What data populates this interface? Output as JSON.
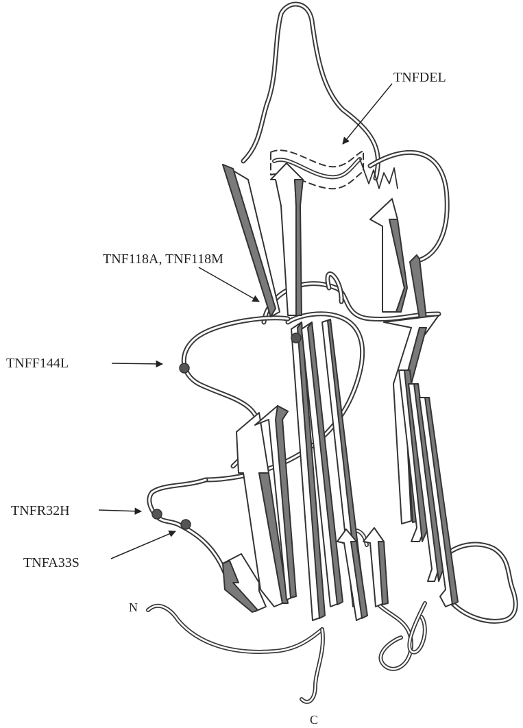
{
  "labels": {
    "tnf_del": "TNFDEL",
    "tnf_118": "TNF118A, TNF118M",
    "tnf_f144l": "TNFF144L",
    "tnf_r32h": "TNFR32H",
    "tnf_a33s": "TNFA33S",
    "terminus_n": "N",
    "terminus_c": "C"
  },
  "colors": {
    "background": "#ffffff",
    "outline": "#3a3a3a",
    "strand_shade": "#7a7a7a",
    "dot": "#555555"
  }
}
